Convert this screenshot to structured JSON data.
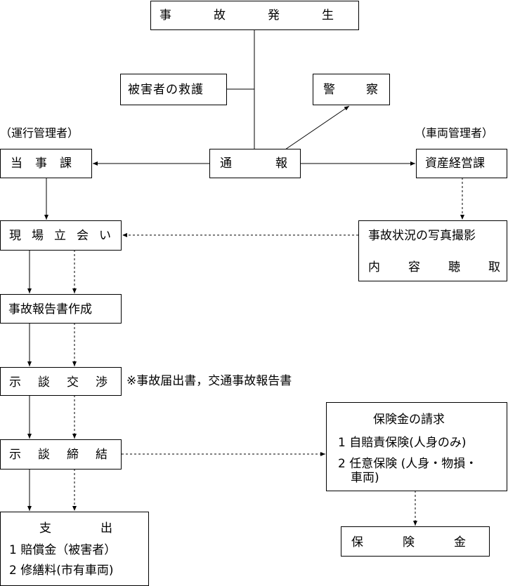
{
  "nodes": {
    "accident": "事故発生",
    "rescue": "被害者の救護",
    "police": "警察",
    "report": "通報",
    "section": "当事課",
    "assets": "資産経営課",
    "site": "現場立会い",
    "photo_line1": "事故状況の写真撮影",
    "photo_line2": "内容聴取",
    "report_doc": "事故報告書作成",
    "negotiation": "示談交渉",
    "settlement": "示談締結",
    "payment_title": "支出",
    "payment_item1": "1 賠償金（被害者）",
    "payment_item2": "2 修繕料(市有車両)",
    "insurance_title": "保険金の請求",
    "insurance_item1": "1 自賠責保険(人身のみ)",
    "insurance_item2a": "2 任意保険 (人身・物損・",
    "insurance_item2b": "車両)",
    "insurance_money": "保険金"
  },
  "labels": {
    "operation_manager": "（運行管理者）",
    "vehicle_manager": "（車両管理者）",
    "documents_note": "※事故届出書，交通事故報告書"
  }
}
